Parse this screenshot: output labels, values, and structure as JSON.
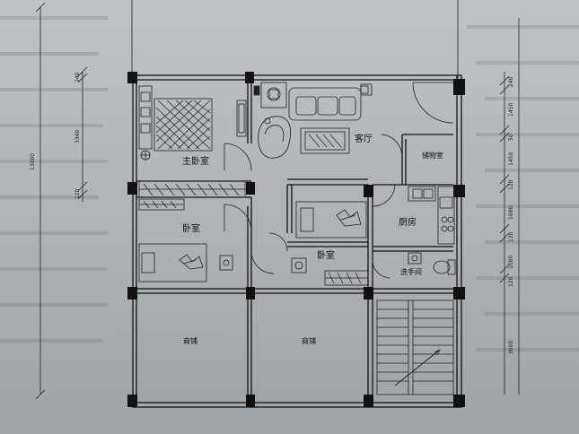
{
  "rooms": {
    "master_bedroom": "主卧室",
    "living_room": "客厅",
    "storage": "储物室",
    "bedroom_left": "卧室",
    "bedroom_center": "卧室",
    "kitchen": "厨房",
    "bathroom": "洗手间",
    "shop_left": "商铺",
    "shop_right": "商铺"
  },
  "dimensions": {
    "left_total": "13000",
    "left_top": "240",
    "left_mid": "3340",
    "left_low": "120",
    "right_1": "240",
    "right_2": "1450",
    "right_3": "50",
    "right_4": "1450",
    "right_5": "120",
    "right_6": "1680",
    "right_7": "120",
    "right_8": "1080",
    "right_9": "120",
    "right_10": "3600"
  },
  "colors": {
    "paper": "#b4b8ba",
    "ink": "#111111"
  }
}
